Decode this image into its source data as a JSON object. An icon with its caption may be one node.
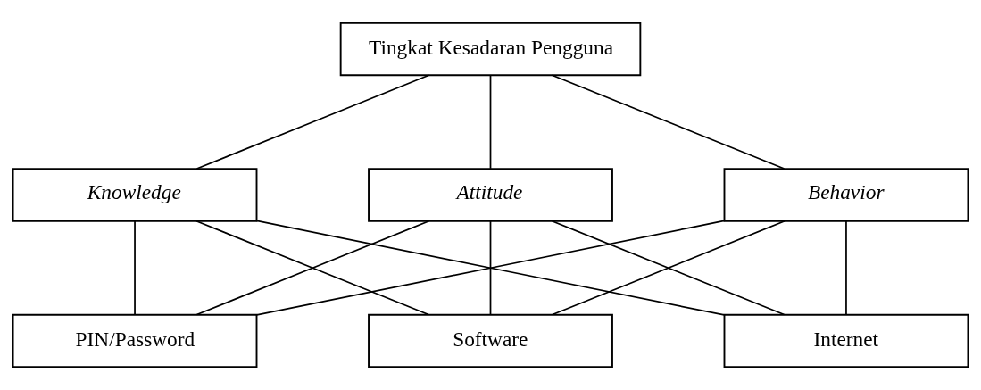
{
  "diagram": {
    "nodes": [
      {
        "text": [
          "Tingkat Kesadaran Pengguna"
        ]
      },
      {
        "text": [
          "Knowledge"
        ]
      },
      {
        "text": [
          "Attitude"
        ]
      },
      {
        "text": [
          "Behavior"
        ]
      },
      {
        "text": [
          "PIN/Password"
        ]
      },
      {
        "text": [
          "Software"
        ]
      },
      {
        "text": [
          "Internet"
        ]
      }
    ],
    "edges": [
      {
        "from": 0,
        "to": 1,
        "arrow": "none"
      },
      {
        "from": 0,
        "to": 2,
        "arrow": "none"
      },
      {
        "from": 0,
        "to": 3,
        "arrow": "none"
      },
      {
        "from": 1,
        "to": 4,
        "arrow": "none"
      },
      {
        "from": 1,
        "to": 5,
        "arrow": "none"
      },
      {
        "from": 1,
        "to": 6,
        "arrow": "none"
      },
      {
        "from": 2,
        "to": 4,
        "arrow": "none"
      },
      {
        "from": 2,
        "to": 5,
        "arrow": "none"
      },
      {
        "from": 2,
        "to": 6,
        "arrow": "none"
      },
      {
        "from": 3,
        "to": 4,
        "arrow": "none"
      },
      {
        "from": 3,
        "to": 5,
        "arrow": "none"
      },
      {
        "from": 3,
        "to": 6,
        "arrow": "none"
      }
    ]
  }
}
